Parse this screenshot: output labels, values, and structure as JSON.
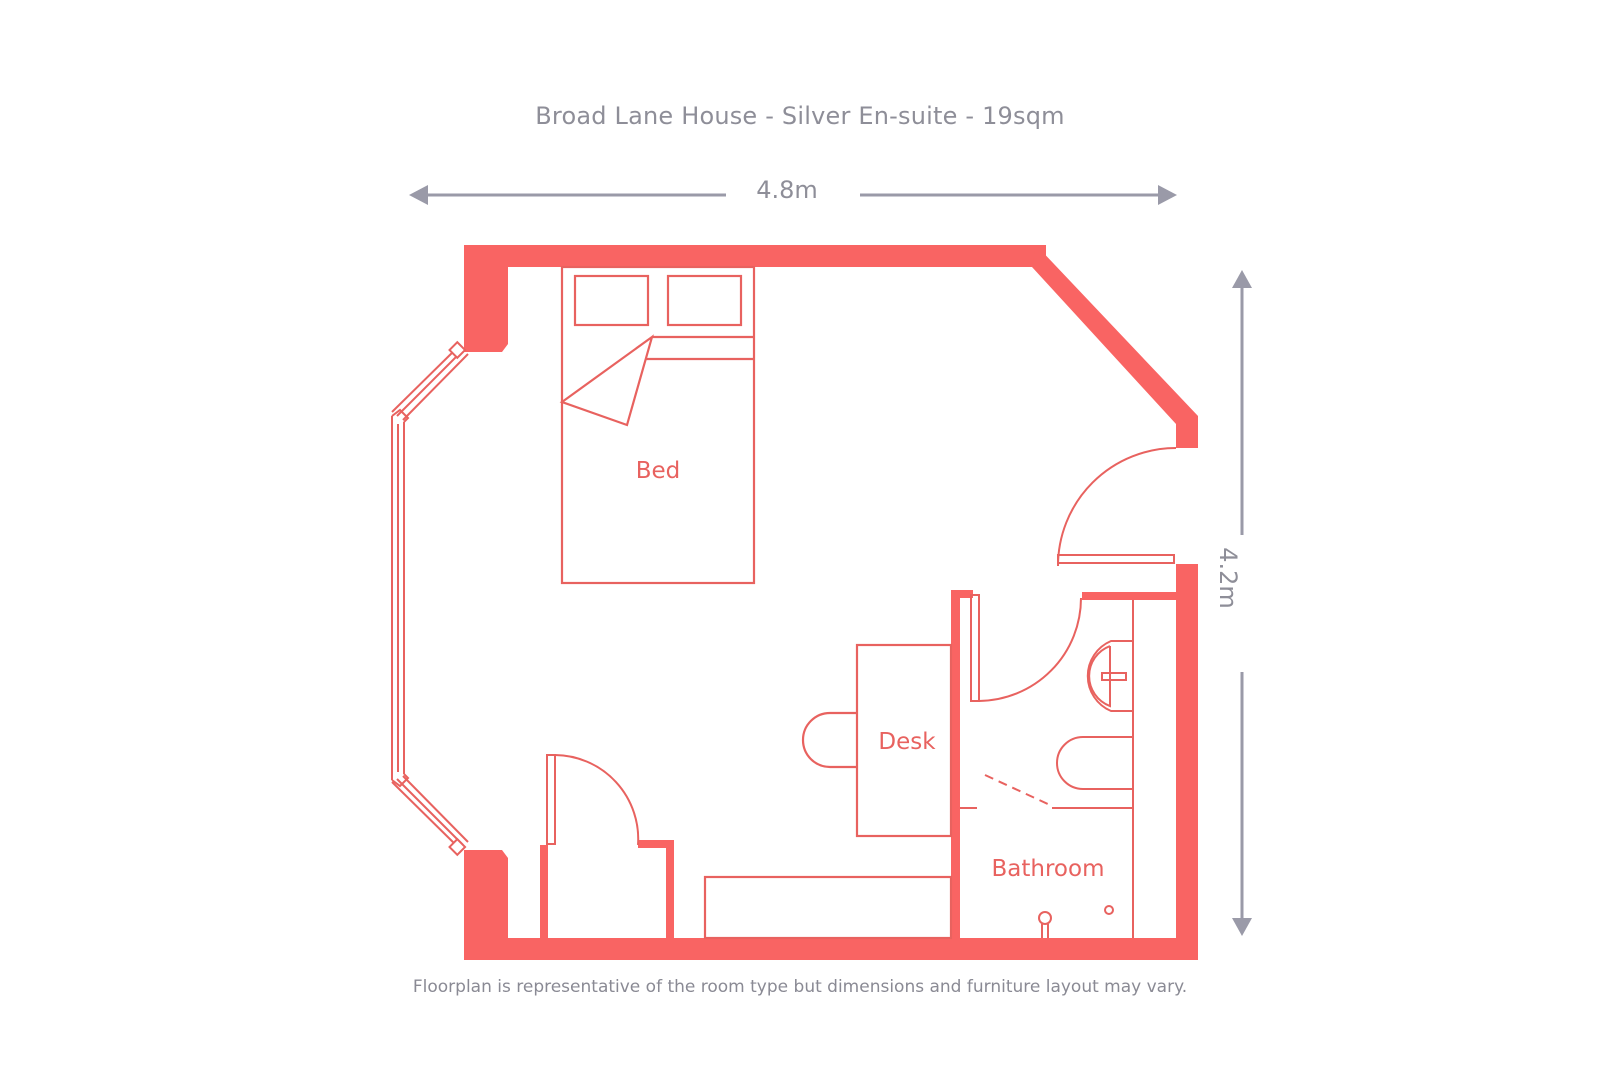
{
  "header": {
    "title": "Broad Lane House - Silver En-suite - 19sqm"
  },
  "dimensions": {
    "width_label": "4.8m",
    "height_label": "4.2m"
  },
  "rooms": {
    "bed_label": "Bed",
    "desk_label": "Desk",
    "bathroom_label": "Bathroom"
  },
  "footer": {
    "disclaimer": "Floorplan is representative of the room type but dimensions and furniture layout may vary."
  },
  "colors": {
    "wall": "#f96463",
    "line": "#e8625f",
    "dimension": "#9a9aa8",
    "text_grey": "#8e8e98",
    "background": "#ffffff"
  }
}
